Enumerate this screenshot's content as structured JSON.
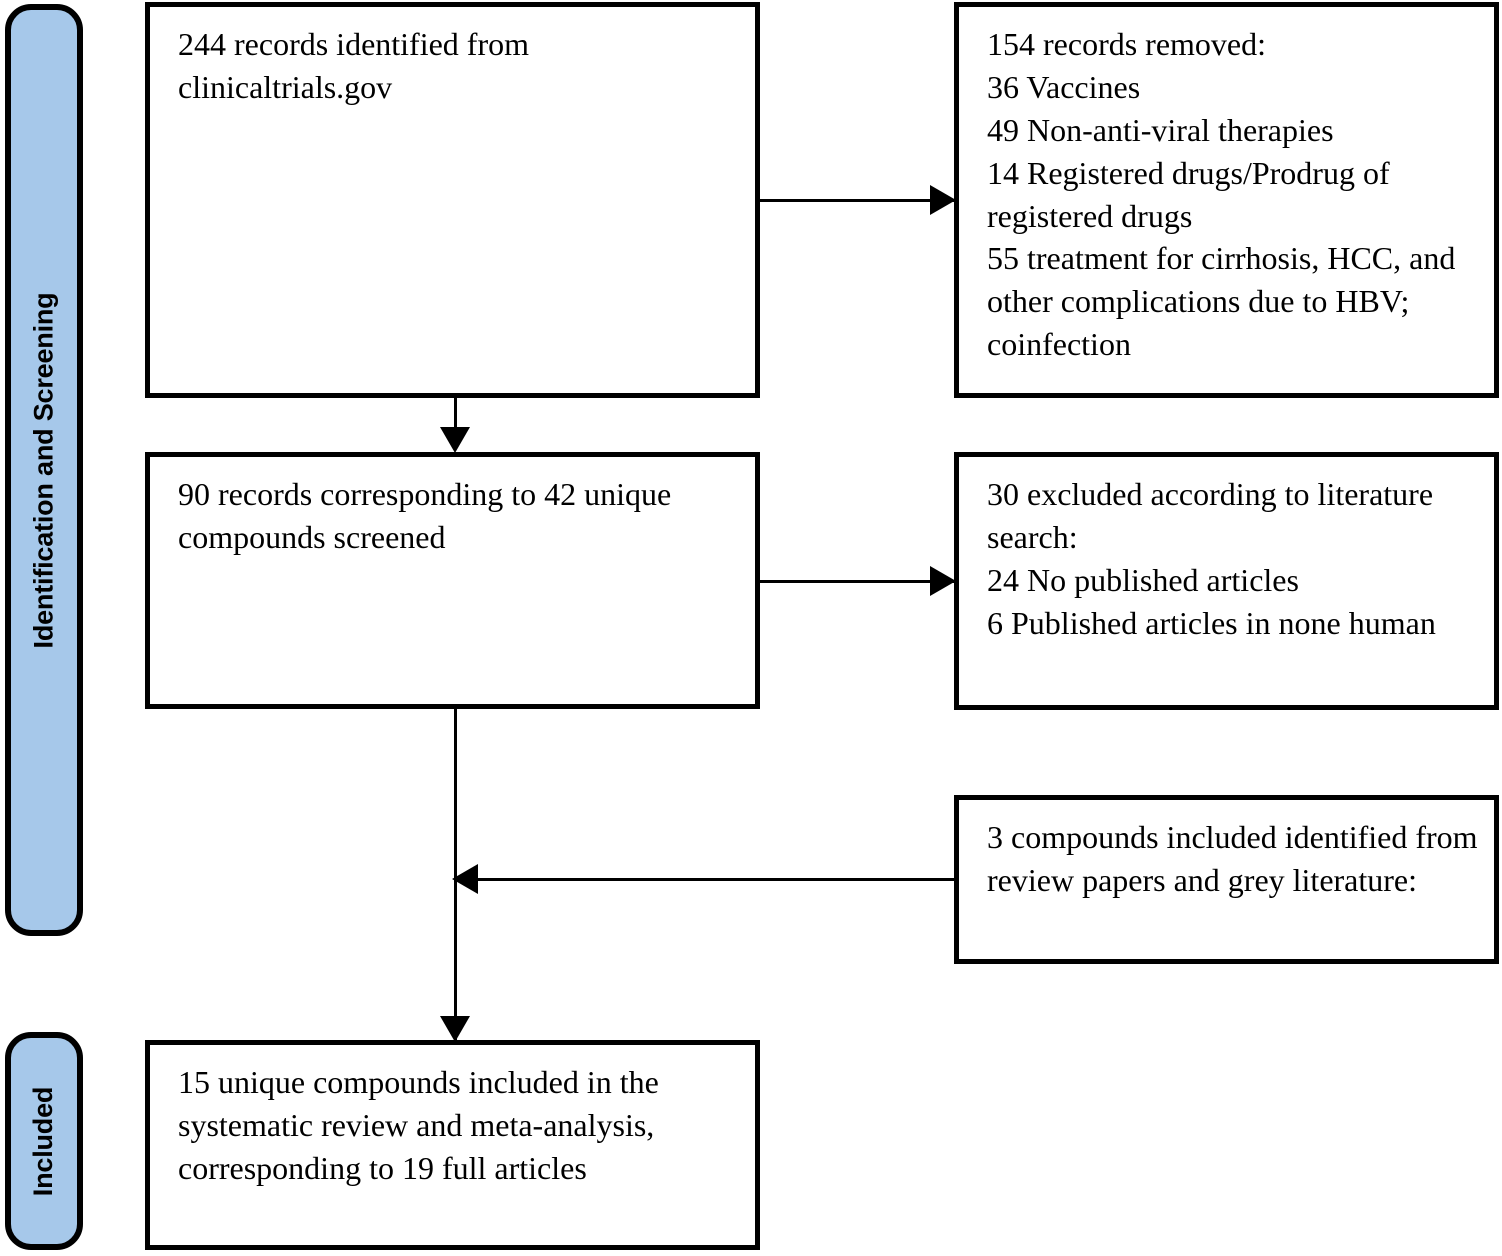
{
  "diagram": {
    "title": "PRISMA study selection flow diagram",
    "accent_color": "#a6c8ea",
    "line_color": "#000000",
    "background_color": "#ffffff",
    "stages": [
      {
        "id": "identification-and-screening",
        "label": "Identification and Screening"
      },
      {
        "id": "included",
        "label": "Included"
      }
    ],
    "boxes": {
      "identified": {
        "text": "244 records identified from clinicaltrials.gov",
        "count": 244
      },
      "removed": {
        "text": "154 records removed:\n 36 Vaccines\n 49 Non-anti-viral therapies\n 14 Registered drugs/Prodrug of registered drugs\n 55 treatment for cirrhosis, HCC, and other complications due to HBV; coinfection",
        "count": 154,
        "reasons": [
          {
            "n": 36,
            "label": "Vaccines"
          },
          {
            "n": 49,
            "label": "Non-anti-viral therapies"
          },
          {
            "n": 14,
            "label": "Registered drugs/Prodrug of registered drugs"
          },
          {
            "n": 55,
            "label": "treatment for cirrhosis, HCC, and other complications due to HBV; coinfection"
          }
        ]
      },
      "screened": {
        "text": "90 records corresponding to 42 unique compounds screened",
        "records": 90,
        "compounds": 42
      },
      "excluded": {
        "text": "30 excluded according to literature search:\n 24 No published articles\n 6 Published articles in none human",
        "count": 30,
        "reasons": [
          {
            "n": 24,
            "label": "No published articles"
          },
          {
            "n": 6,
            "label": "Published articles in none human"
          }
        ]
      },
      "grey_literature": {
        "text": "3 compounds included identified from review papers and grey literature:",
        "count": 3
      },
      "included": {
        "text": "15 unique compounds included in the systematic review and meta-analysis, corresponding to 19 full articles",
        "compounds": 15,
        "articles": 19
      }
    },
    "connectors": [
      {
        "id": "identified-to-removed",
        "from": "identified",
        "to": "removed",
        "direction": "right"
      },
      {
        "id": "identified-to-screened",
        "from": "identified",
        "to": "screened",
        "direction": "down"
      },
      {
        "id": "screened-to-excluded",
        "from": "screened",
        "to": "excluded",
        "direction": "right"
      },
      {
        "id": "screened-to-included",
        "from": "screened",
        "to": "included",
        "direction": "down"
      },
      {
        "id": "grey-literature-to-trunk",
        "from": "grey_literature",
        "to": "included",
        "direction": "left"
      }
    ]
  }
}
